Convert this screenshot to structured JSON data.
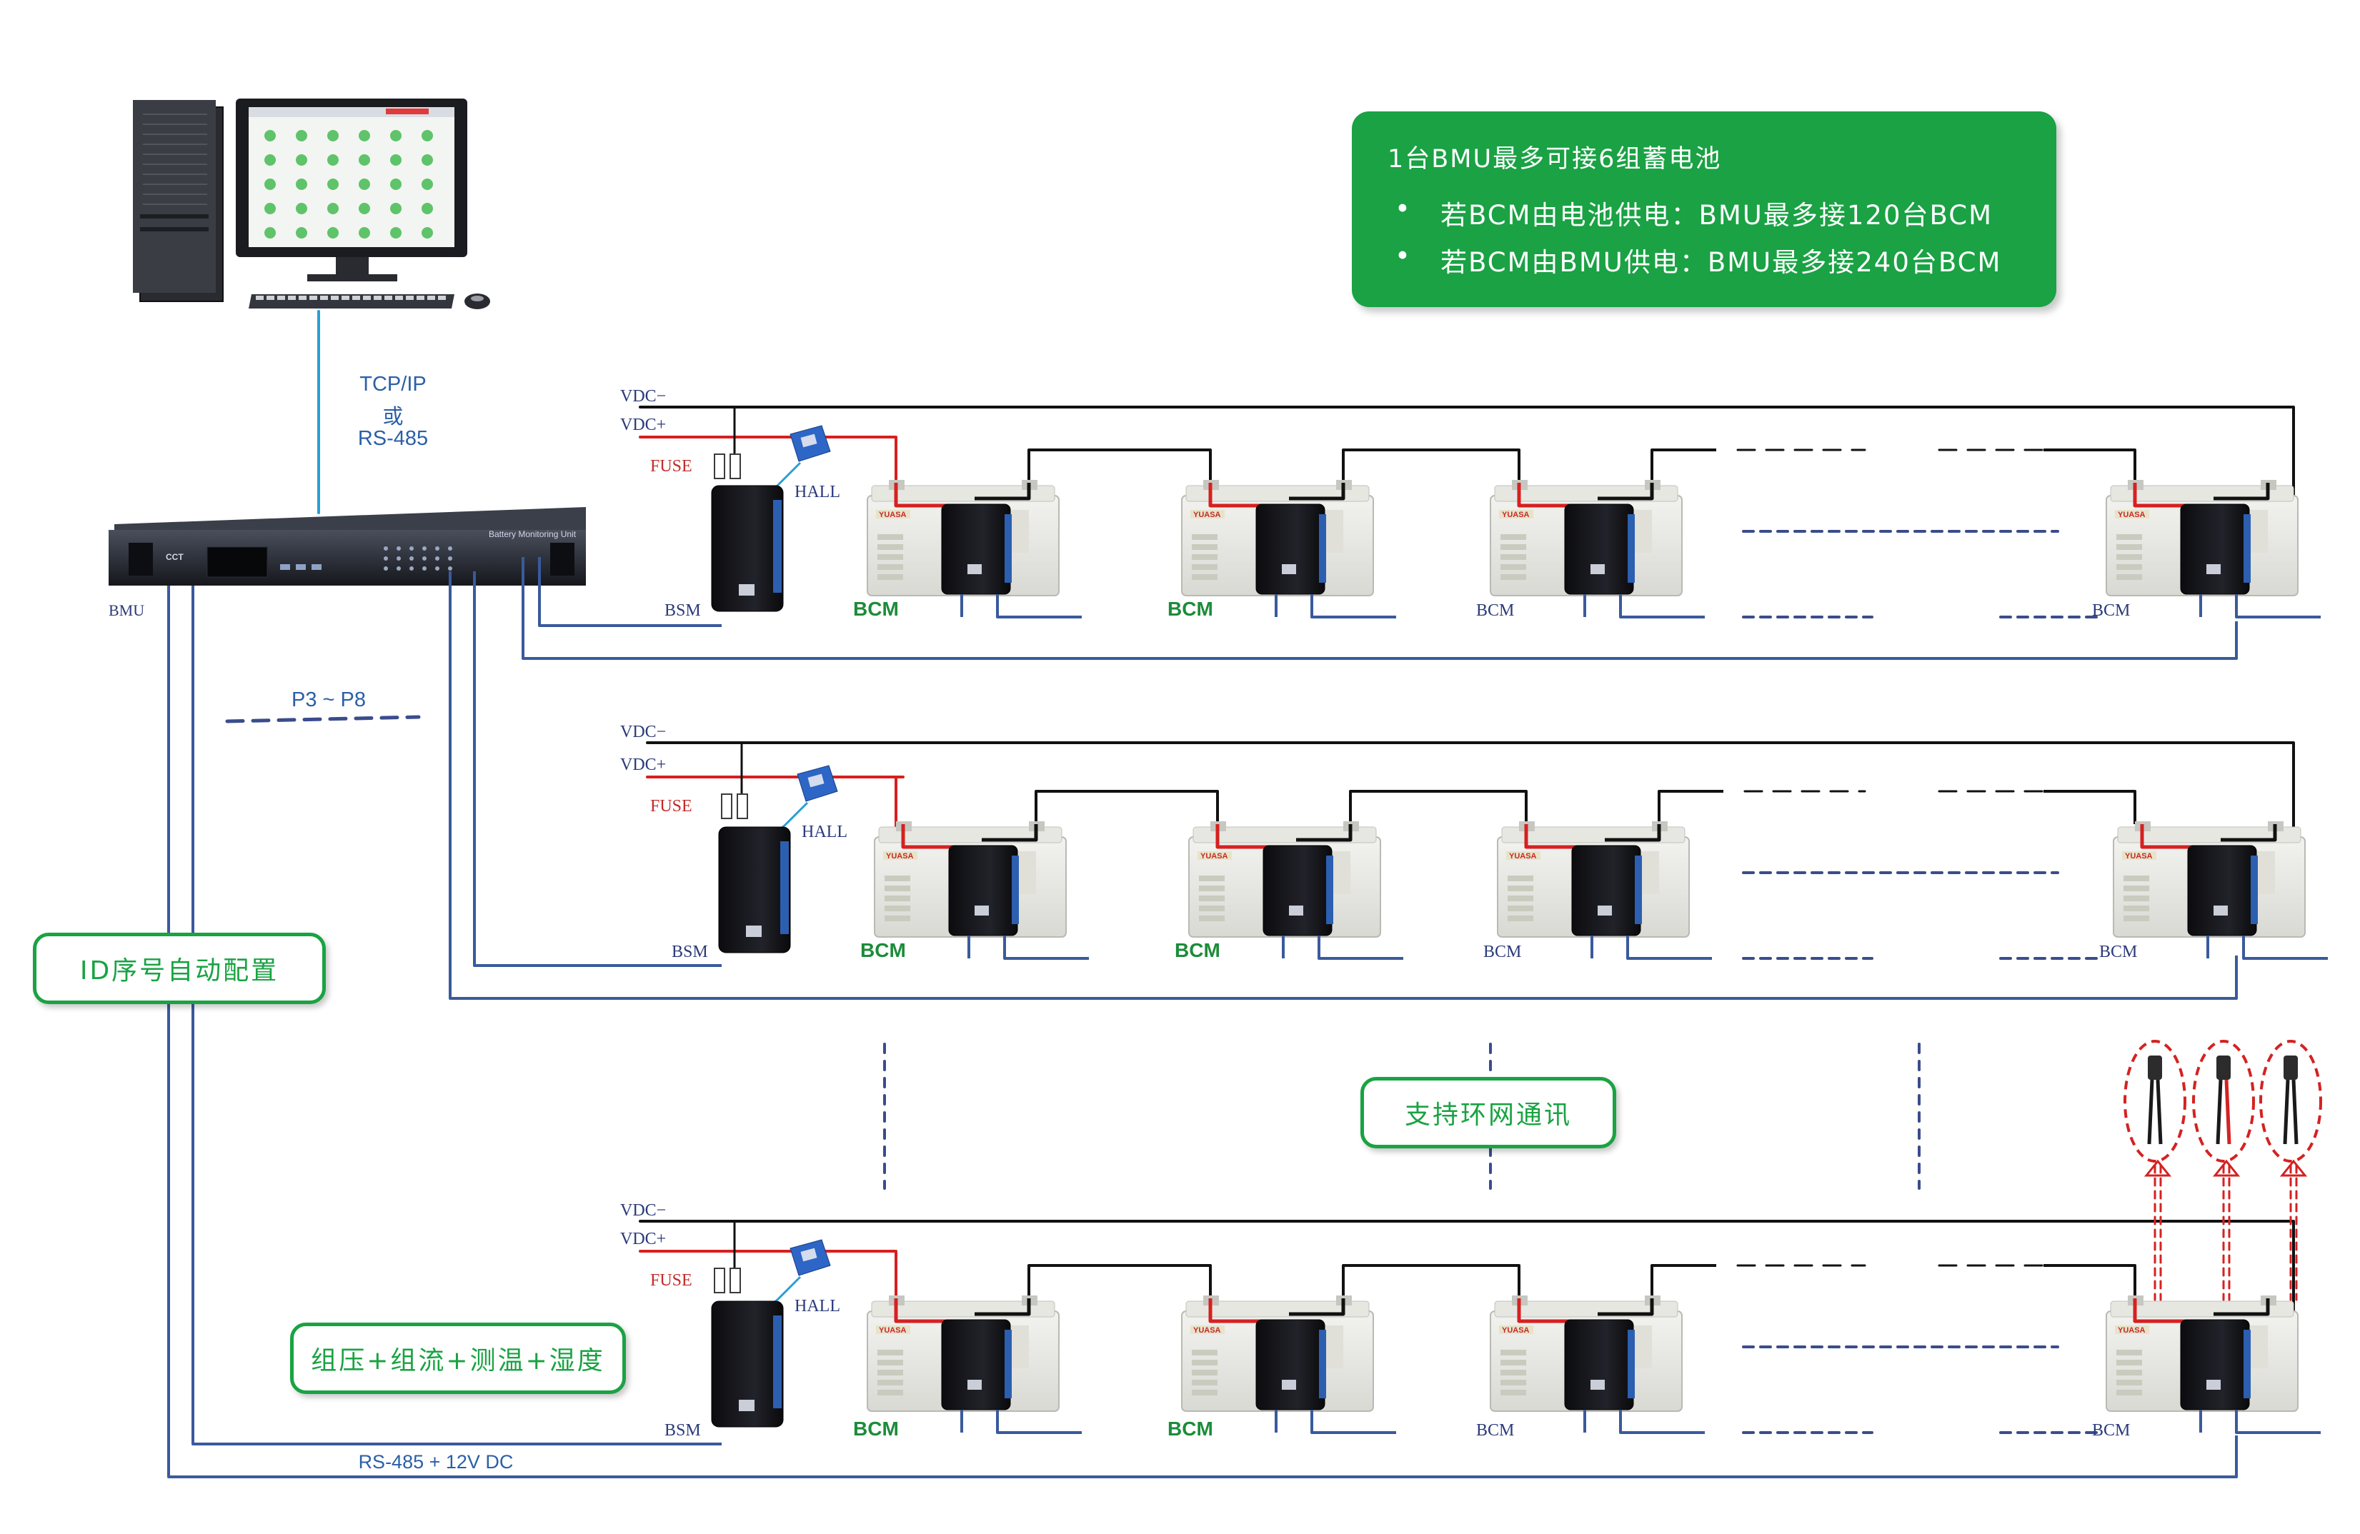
{
  "info_box": {
    "title": "1台BMU最多可接6组蓄电池",
    "bullets": [
      "若BCM由电池供电：BMU最多接120台BCM",
      "若BCM由BMU供电：BMU最多接240台BCM"
    ],
    "bullet_mark": "•"
  },
  "labels": {
    "tcp": "TCP/IP",
    "or": "或",
    "rs485": "RS-485",
    "bmu": "BMU",
    "p3p8": "P3 ~ P8",
    "id_config": "ID序号自动配置",
    "ring": "支持环网通讯",
    "measure": "组压+组流+测温+湿度",
    "bus": "RS-485 + 12V DC",
    "vdc_minus": "VDC−",
    "vdc_plus": "VDC+",
    "fuse": "FUSE",
    "hall": "HALL",
    "bsm": "BSM",
    "bcm": "BCM",
    "rack_brand": "CCT",
    "rack_model": "Battery Monitoring Unit",
    "battery_brand": "YUASA"
  },
  "colors": {
    "green": "#1aa244",
    "bus_blue": "#3a5a9c",
    "wire_red": "#d62020",
    "wire_black": "#111111",
    "dash_blue": "#3b4c8c"
  },
  "icons": [
    "computer-icon",
    "rack-unit-icon",
    "hall-sensor-icon",
    "battery-icon",
    "bcm-module-icon",
    "connector-icon"
  ]
}
